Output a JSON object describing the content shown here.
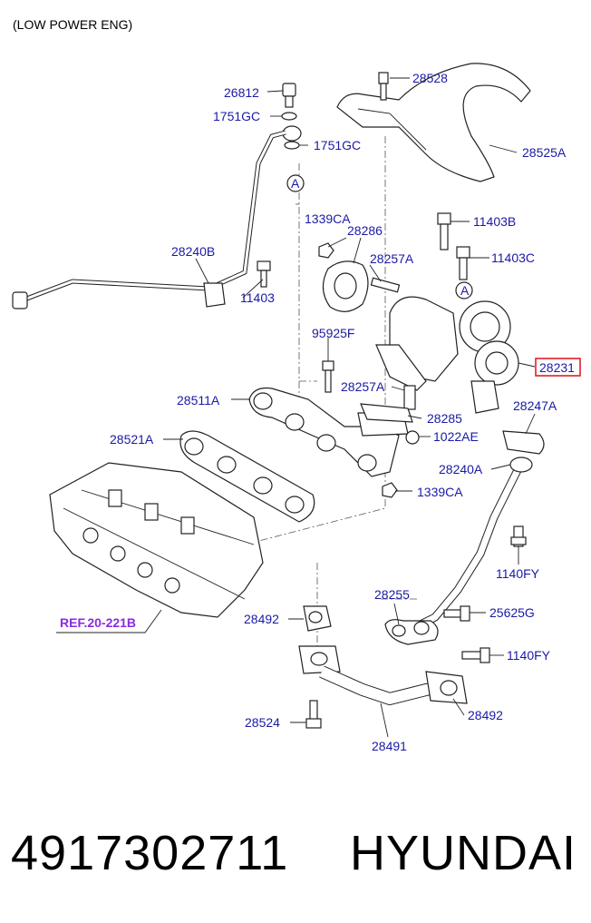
{
  "header": {
    "caption": "(LOW POWER ENG)"
  },
  "callouts": {
    "c26812": "26812",
    "c1751gc_a": "1751GC",
    "c1751gc_b": "1751GC",
    "c28528": "28528",
    "c28525a": "28525A",
    "cA1": "A",
    "cA2": "A",
    "c1339ca_a": "1339CA",
    "c28286": "28286",
    "c11403b": "11403B",
    "c11403c": "11403C",
    "c28240b": "28240B",
    "c28257a_a": "28257A",
    "c11403": "11403",
    "c95925f": "95925F",
    "c28231": "28231",
    "c28511a": "28511A",
    "c28257a_b": "28257A",
    "c28247a": "28247A",
    "c28285": "28285",
    "c28521a": "28521A",
    "c1022ae": "1022AE",
    "c28240a": "28240A",
    "c1339ca_b": "1339CA",
    "c1140fy_a": "1140FY",
    "c28255": "28255",
    "c25625g": "25625G",
    "cref": "REF.20-221B",
    "c28492_a": "28492",
    "c1140fy_b": "1140FY",
    "c28492_b": "28492",
    "c28524": "28524",
    "c28491": "28491"
  },
  "highlight_color": "#e0202a",
  "footer": {
    "part_number": "4917302711",
    "brand": "HYUNDAI"
  }
}
